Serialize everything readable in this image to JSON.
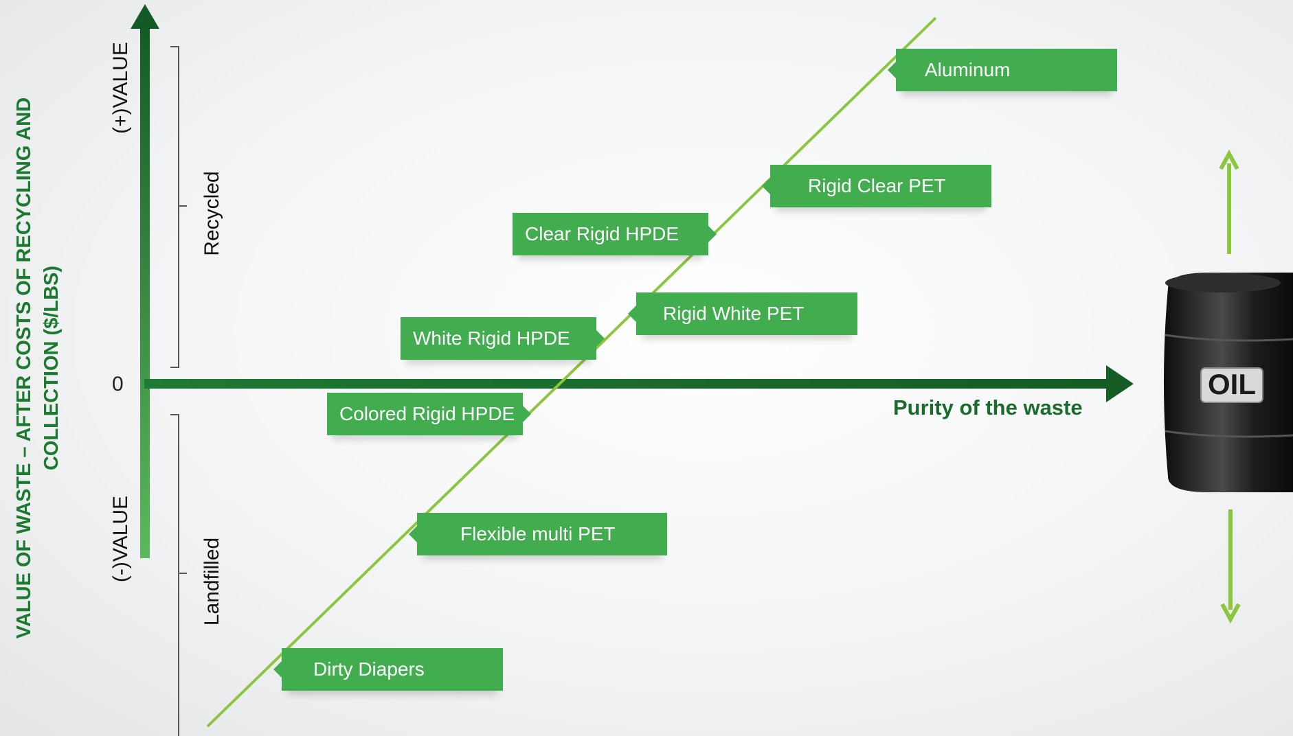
{
  "axis": {
    "y_title": "VALUE OF WASTE – AFTER COSTS OF RECYCLING AND COLLECTION ($/LBS)",
    "pos_value": "(+)VALUE",
    "neg_value": "(-)VALUE",
    "zero": "0",
    "x_title": "Purity of the waste"
  },
  "groups": {
    "recycled": "Recycled",
    "landfilled": "Landfilled"
  },
  "items": [
    {
      "label": "Aluminum"
    },
    {
      "label": "Rigid Clear PET"
    },
    {
      "label": "Clear Rigid HPDE"
    },
    {
      "label": "Rigid White PET"
    },
    {
      "label": "White Rigid HPDE"
    },
    {
      "label": "Colored Rigid HPDE"
    },
    {
      "label": "Flexible multi PET"
    },
    {
      "label": "Dirty Diapers"
    }
  ],
  "barrel": {
    "text": "OIL"
  },
  "colors": {
    "axis": "#1b6f2e",
    "trend": "#8cc63f",
    "tag": "#42ad4f",
    "arrow": "#8cc63f"
  }
}
